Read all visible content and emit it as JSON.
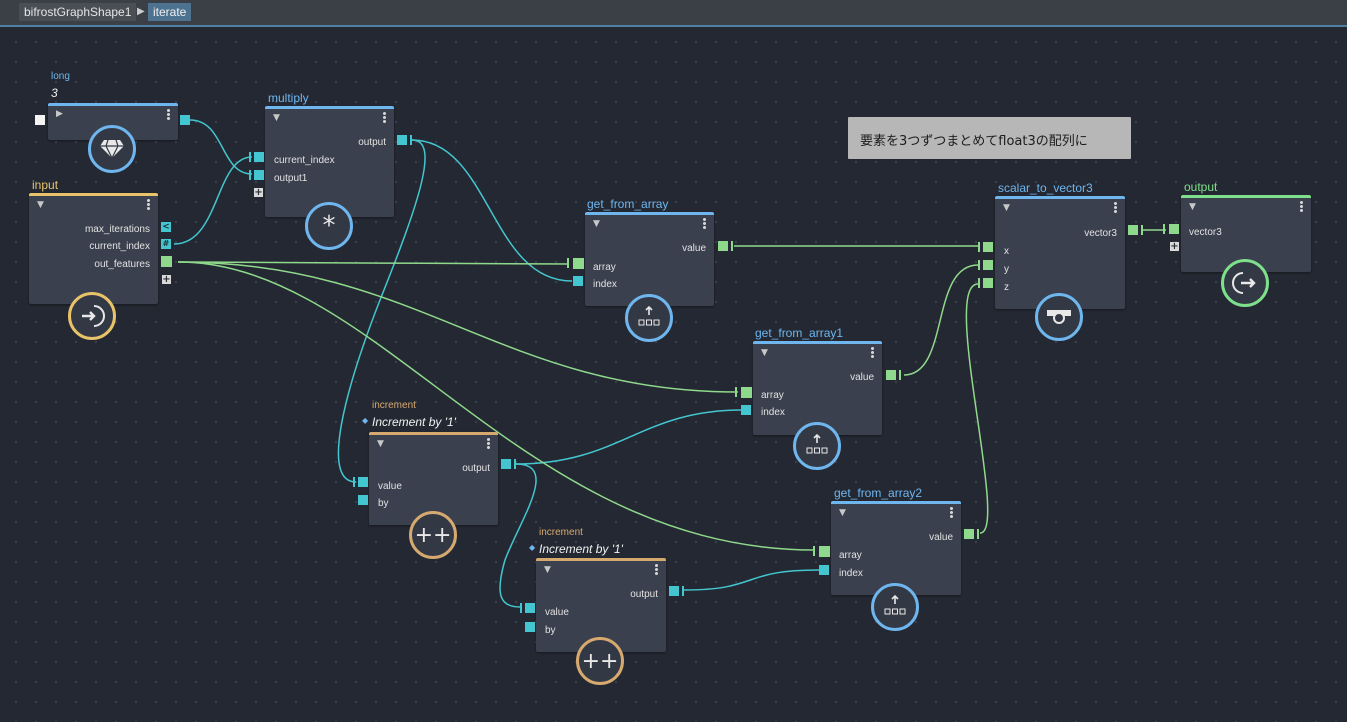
{
  "breadcrumb": {
    "graph": "bifrostGraphShape1",
    "compound": "iterate"
  },
  "colors": {
    "teal_port": "#43c6cf",
    "green_port": "#8fd98c",
    "blue_accent": "#6fb6ee",
    "orange_accent": "#e8c36a",
    "green_accent": "#7ee08a",
    "tan_accent": "#d6a96f"
  },
  "note": {
    "text": "要素を3つずつまとめてfloat3の配列に"
  },
  "nodes": {
    "long": {
      "title": "long",
      "value": "3",
      "icon": "diamond-icon"
    },
    "input": {
      "title": "input",
      "ports": [
        "max_iterations",
        "current_index",
        "out_features"
      ],
      "icon": "enter-arrow-icon"
    },
    "multiply": {
      "title": "multiply",
      "outputs": [
        "output"
      ],
      "inputs": [
        "current_index",
        "output1"
      ],
      "icon": "asterisk-icon",
      "symbol": "*"
    },
    "get_from_array": {
      "title": "get_from_array",
      "outputs": [
        "value"
      ],
      "inputs": [
        "array",
        "index"
      ],
      "icon": "get-from-array-icon"
    },
    "get_from_array1": {
      "title": "get_from_array1",
      "outputs": [
        "value"
      ],
      "inputs": [
        "array",
        "index"
      ],
      "icon": "get-from-array-icon"
    },
    "get_from_array2": {
      "title": "get_from_array2",
      "outputs": [
        "value"
      ],
      "inputs": [
        "array",
        "index"
      ],
      "icon": "get-from-array-icon"
    },
    "increment": {
      "type": "increment",
      "title": "Increment by '1'",
      "outputs": [
        "output"
      ],
      "inputs": [
        "value",
        "by"
      ],
      "symbol": "++"
    },
    "increment2": {
      "type": "increment",
      "title": "Increment by '1'",
      "outputs": [
        "output"
      ],
      "inputs": [
        "value",
        "by"
      ],
      "symbol": "++"
    },
    "scalar_to_vector3": {
      "title": "scalar_to_vector3",
      "outputs": [
        "vector3"
      ],
      "inputs": [
        "x",
        "y",
        "z"
      ],
      "icon": "camera-icon"
    },
    "output": {
      "title": "output",
      "inputs": [
        "vector3"
      ],
      "icon": "exit-arrow-icon"
    }
  },
  "port_glyphs": {
    "max_iterations": "<",
    "current_index": "#"
  }
}
